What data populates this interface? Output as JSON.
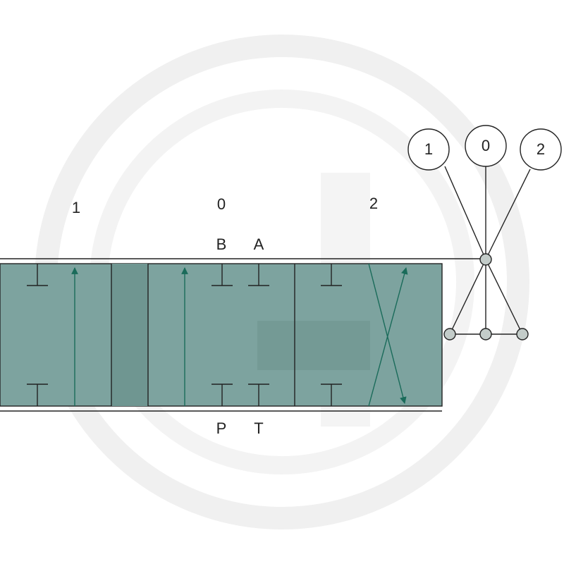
{
  "position_labels": [
    "1",
    "0",
    "2"
  ],
  "port_labels_top": [
    "B",
    "A"
  ],
  "port_labels_bottom": [
    "P",
    "T"
  ],
  "selector_labels": [
    "1",
    "0",
    "2"
  ],
  "colors": {
    "valve_fill": "#7da39f",
    "valve_dark": "#6f9691",
    "flow_arrow": "#1a6b5a",
    "line": "#222222",
    "node_fill": "#c3ccc9",
    "watermark": "#f1f1f1"
  },
  "watermark_icon": "logo-watermark"
}
